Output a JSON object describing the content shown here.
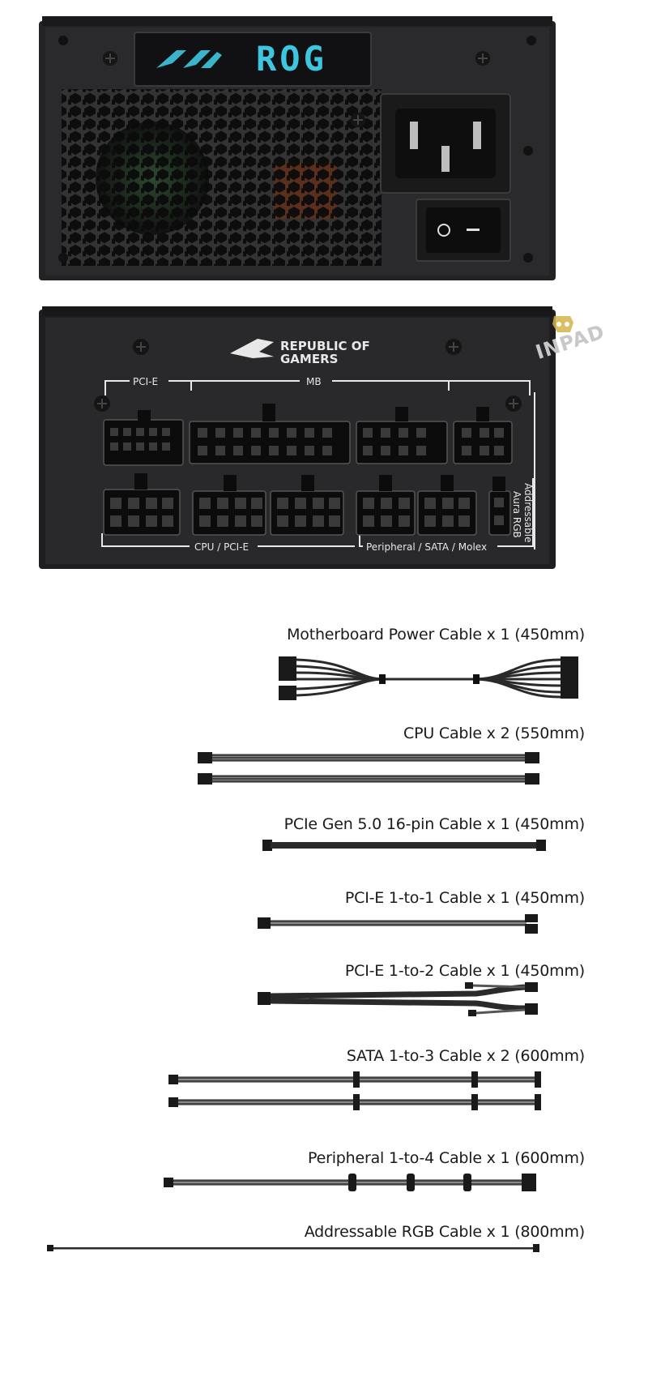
{
  "top_panel": {
    "display_text": "ROG"
  },
  "rear_panel": {
    "brand_line1": "REPUBLIC OF",
    "brand_line2": "GAMERS",
    "label_pcie": "PCI-E",
    "label_mb": "MB",
    "label_cpu_pcie": "CPU / PCI-E",
    "label_peripheral": "Peripheral / SATA / Molex",
    "label_argb_line1": "Addressable",
    "label_argb_line2": "Aura RGB"
  },
  "watermark": {
    "text": "INPAD"
  },
  "cables": [
    {
      "label": "Motherboard Power  Cable x 1 (450mm)"
    },
    {
      "label": "CPU Cable x 2 (550mm)"
    },
    {
      "label": "PCIe Gen 5.0 16-pin Cable x 1 (450mm)"
    },
    {
      "label": "PCI-E 1-to-1 Cable x 1 (450mm)"
    },
    {
      "label": "PCI-E 1-to-2 Cable x 1 (450mm)"
    },
    {
      "label": "SATA 1-to-3 Cable x 2 (600mm)"
    },
    {
      "label": "Peripheral 1-to-4 Cable x 1 (600mm)"
    },
    {
      "label": "Addressable RGB Cable x 1 (800mm)"
    }
  ],
  "colors": {
    "psu_body": "#1c1c1e",
    "display_cyan": "#3ec6e0",
    "cable_black": "#1a1a1a",
    "sleeve_grey": "#8a8a8a",
    "watermark": "#c9a227"
  }
}
